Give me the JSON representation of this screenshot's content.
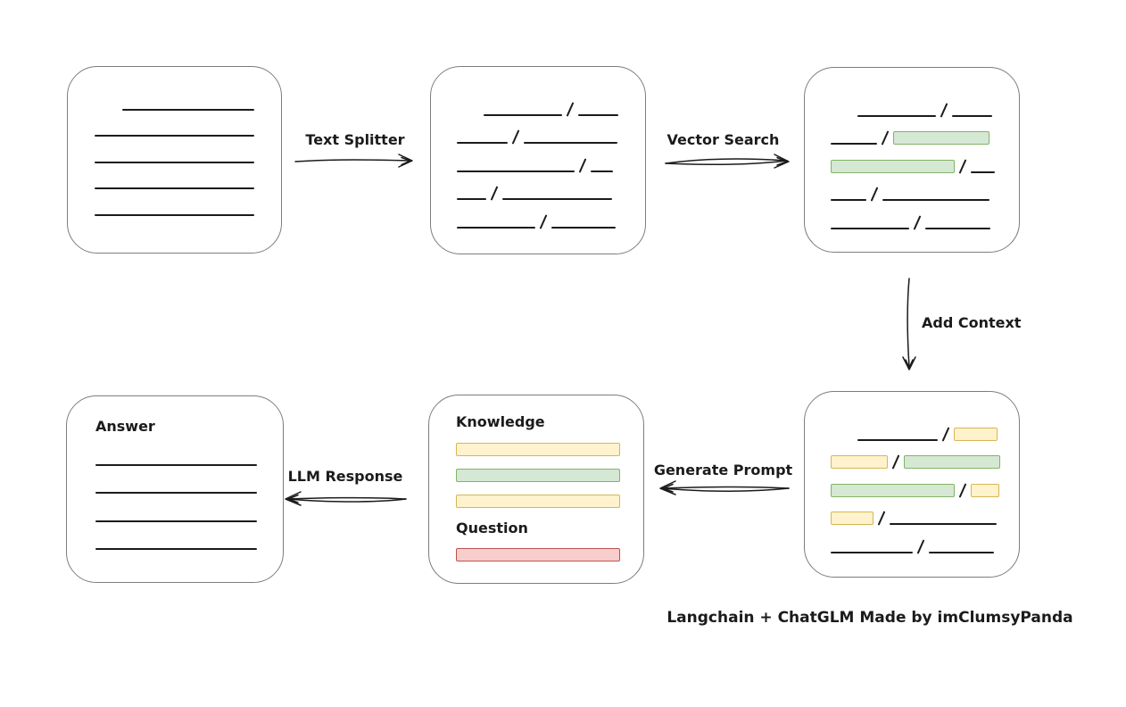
{
  "colors": {
    "green_fill": "#d5e8d4",
    "green_border": "#82b366",
    "yellow_fill": "#fff2cc",
    "yellow_border": "#d6b656",
    "red_fill": "#f8cecc",
    "red_border": "#b85450",
    "box_border": "#7d7d7d",
    "ink": "#1b1b1b"
  },
  "arrows": {
    "text_splitter": {
      "label": "Text Splitter"
    },
    "vector_search": {
      "label": "Vector Search"
    },
    "add_context": {
      "label": "Add Context"
    },
    "generate_prompt": {
      "label": "Generate Prompt"
    },
    "llm_response": {
      "label": "LLM Response"
    }
  },
  "boxes": {
    "document": {
      "rows": [
        [
          {
            "t": "gap",
            "w": 31
          },
          {
            "t": "line",
            "w": 148
          }
        ],
        [
          {
            "t": "line",
            "w": 179
          }
        ],
        [
          {
            "t": "line",
            "w": 179
          }
        ],
        [
          {
            "t": "line",
            "w": 179
          }
        ],
        [
          {
            "t": "line",
            "w": 179
          }
        ]
      ]
    },
    "chunks": {
      "rows": [
        [
          {
            "t": "gap",
            "w": 30
          },
          {
            "t": "line",
            "w": 88
          },
          {
            "t": "slash"
          },
          {
            "t": "line",
            "w": 45
          }
        ],
        [
          {
            "t": "line",
            "w": 57
          },
          {
            "t": "slash"
          },
          {
            "t": "line",
            "w": 105
          }
        ],
        [
          {
            "t": "line",
            "w": 132
          },
          {
            "t": "slash"
          },
          {
            "t": "line",
            "w": 25
          }
        ],
        [
          {
            "t": "line",
            "w": 33
          },
          {
            "t": "slash"
          },
          {
            "t": "line",
            "w": 123
          }
        ],
        [
          {
            "t": "line",
            "w": 88
          },
          {
            "t": "slash"
          },
          {
            "t": "line",
            "w": 72
          }
        ]
      ]
    },
    "search_results": {
      "rows": [
        [
          {
            "t": "gap",
            "w": 30
          },
          {
            "t": "line",
            "w": 88
          },
          {
            "t": "slash"
          },
          {
            "t": "line",
            "w": 45
          }
        ],
        [
          {
            "t": "line",
            "w": 52
          },
          {
            "t": "slash"
          },
          {
            "t": "bar",
            "c": "green",
            "w": 106
          }
        ],
        [
          {
            "t": "bar",
            "c": "green",
            "w": 137
          },
          {
            "t": "slash"
          },
          {
            "t": "line",
            "w": 27
          }
        ],
        [
          {
            "t": "line",
            "w": 40
          },
          {
            "t": "slash"
          },
          {
            "t": "line",
            "w": 120
          }
        ],
        [
          {
            "t": "line",
            "w": 88
          },
          {
            "t": "slash"
          },
          {
            "t": "line",
            "w": 73
          }
        ]
      ]
    },
    "context": {
      "rows": [
        [
          {
            "t": "gap",
            "w": 30
          },
          {
            "t": "line",
            "w": 90
          },
          {
            "t": "slash"
          },
          {
            "t": "bar",
            "c": "yellow",
            "w": 47
          }
        ],
        [
          {
            "t": "bar",
            "c": "yellow",
            "w": 62
          },
          {
            "t": "slash"
          },
          {
            "t": "bar",
            "c": "green",
            "w": 106
          }
        ],
        [
          {
            "t": "bar",
            "c": "green",
            "w": 137
          },
          {
            "t": "slash"
          },
          {
            "t": "bar",
            "c": "yellow",
            "w": 30
          }
        ],
        [
          {
            "t": "bar",
            "c": "yellow",
            "w": 46
          },
          {
            "t": "slash"
          },
          {
            "t": "line",
            "w": 120
          }
        ],
        [
          {
            "t": "line",
            "w": 92
          },
          {
            "t": "slash"
          },
          {
            "t": "line",
            "w": 73
          }
        ]
      ]
    },
    "prompt": {
      "knowledge_label": "Knowledge",
      "question_label": "Question",
      "knowledge_bars": [
        {
          "c": "yellow"
        },
        {
          "c": "green"
        },
        {
          "c": "yellow"
        }
      ],
      "question_bars": [
        {
          "c": "red"
        }
      ]
    },
    "answer": {
      "label": "Answer",
      "rows": [
        [
          {
            "t": "line",
            "w": 181
          }
        ],
        [
          {
            "t": "line",
            "w": 181
          }
        ],
        [
          {
            "t": "line",
            "w": 181
          }
        ],
        [
          {
            "t": "line",
            "w": 181
          }
        ]
      ]
    }
  },
  "credit": "Langchain + ChatGLM Made by imClumsyPanda"
}
